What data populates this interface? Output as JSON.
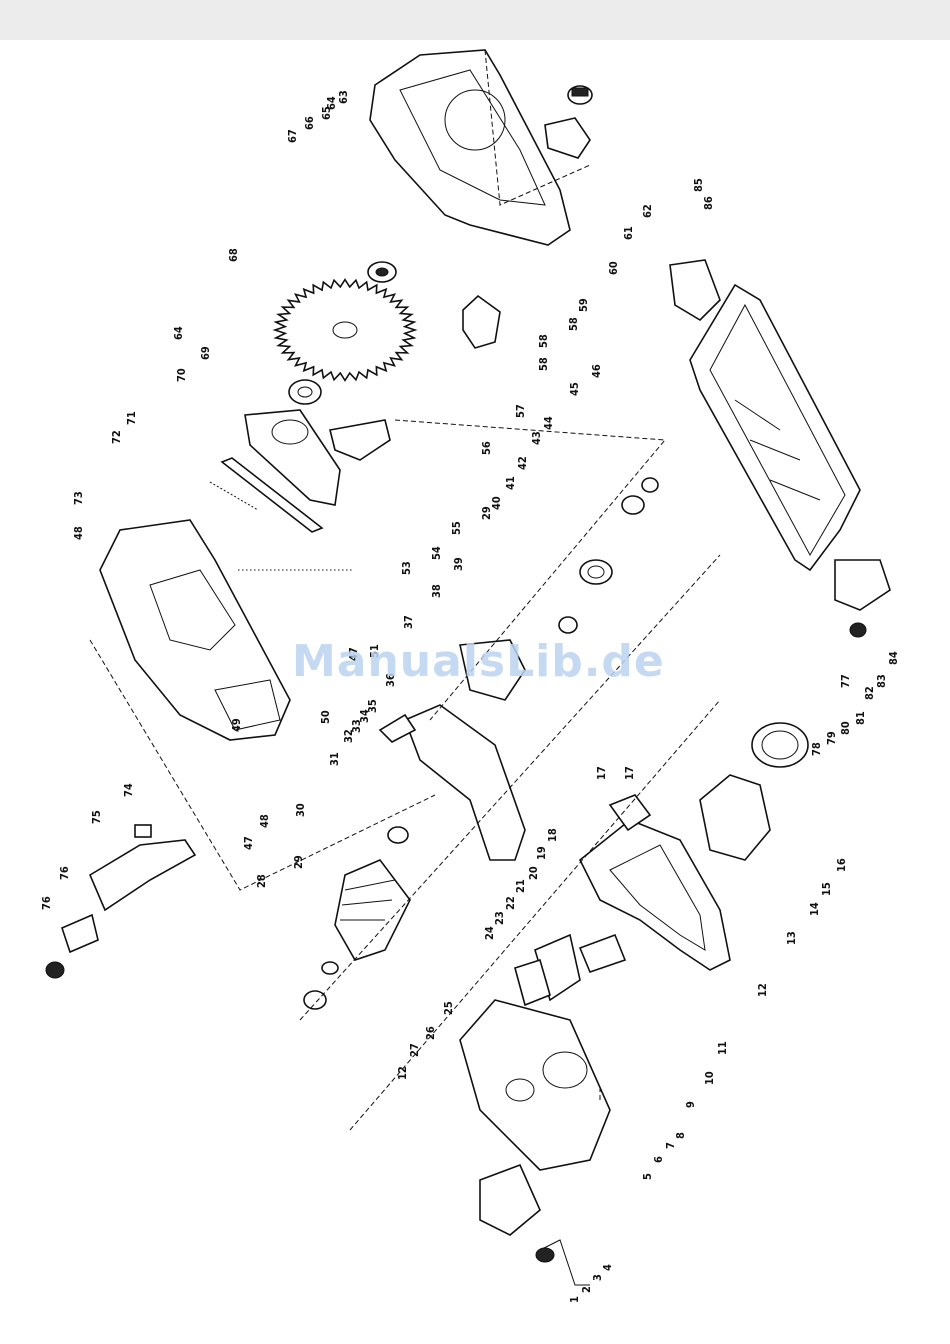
{
  "watermark": "ManualsLib.de",
  "labels": [
    "1",
    "2",
    "3",
    "4",
    "5",
    "6",
    "7",
    "8",
    "9",
    "10",
    "11",
    "12",
    "12",
    "13",
    "14",
    "15",
    "16",
    "17",
    "17",
    "18",
    "19",
    "20",
    "21",
    "22",
    "23",
    "24",
    "25",
    "26",
    "27",
    "28",
    "29",
    "29",
    "30",
    "31",
    "32",
    "33",
    "34",
    "35",
    "36",
    "37",
    "38",
    "39",
    "40",
    "41",
    "42",
    "43",
    "44",
    "45",
    "46",
    "47",
    "47",
    "48",
    "48",
    "49",
    "50",
    "51",
    "53",
    "54",
    "55",
    "56",
    "57",
    "58",
    "58",
    "58",
    "59",
    "60",
    "61",
    "62",
    "63",
    "64",
    "64",
    "65",
    "66",
    "67",
    "68",
    "69",
    "70",
    "71",
    "72",
    "73",
    "74",
    "75",
    "76",
    "76",
    "77",
    "78",
    "79",
    "80",
    "81",
    "82",
    "83",
    "84",
    "85",
    "86"
  ],
  "icons": [
    "saw-blade-icon",
    "motor-icon",
    "blade-guard-icon",
    "base-plate-icon",
    "handle-icon",
    "spring-icon"
  ]
}
